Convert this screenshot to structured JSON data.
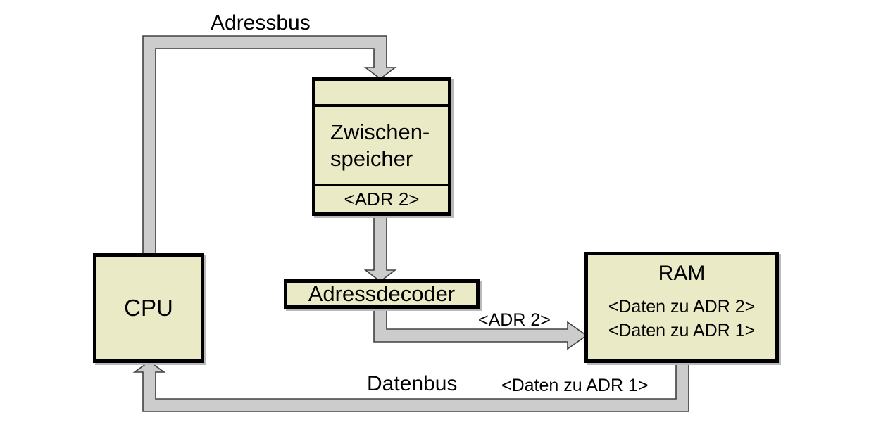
{
  "colors": {
    "background": "#ffffff",
    "box_fill": "#eaebc6",
    "box_border": "#000000",
    "box_shadow": "#b9b9b9",
    "bus_fill": "#cccccc",
    "bus_outline": "#404040"
  },
  "nodes": {
    "cpu": {
      "label": "CPU"
    },
    "buffer": {
      "lines": [
        "Zwischen-",
        "speicher"
      ],
      "slot": "<ADR 2>"
    },
    "decoder": {
      "label": "Adressdecoder"
    },
    "ram": {
      "title": "RAM",
      "rows": [
        "<Daten zu ADR 2>",
        "<Daten zu ADR 1>"
      ]
    }
  },
  "labels": {
    "adressbus": "Adressbus",
    "datenbus": "Datenbus",
    "adr2_on_bus": "<ADR 2>",
    "daten_adr1_on_bus": "<Daten zu ADR 1>"
  }
}
